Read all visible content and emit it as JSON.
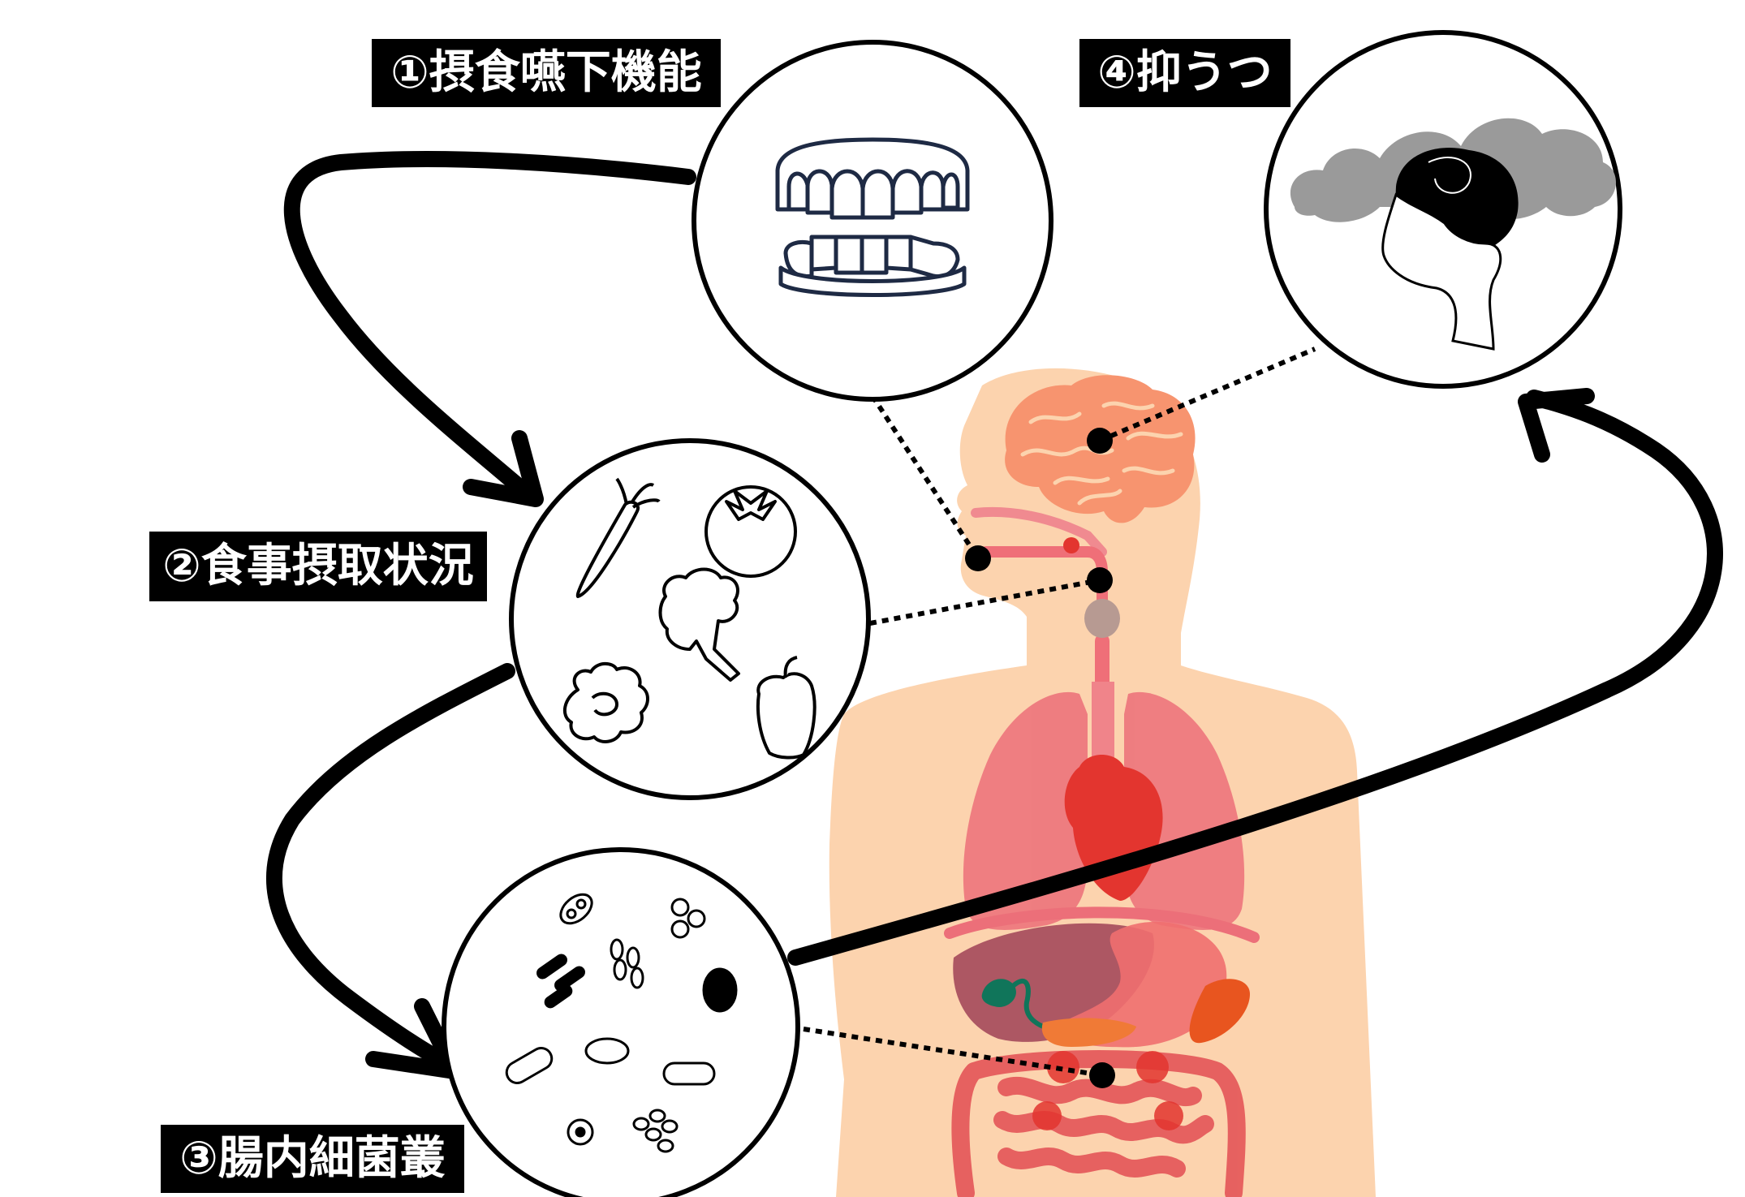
{
  "labels": {
    "swallowing": "①摂食嚥下機能",
    "diet": "②食事摂取状況",
    "gut": "③腸内細菌叢",
    "depression": "④抑うつ"
  },
  "colors": {
    "skin": "#fcd3ae",
    "brain": "#f7946f",
    "organ_pink": "#ec6f79",
    "organ_red": "#e3352f",
    "liver": "#a9505f",
    "gallbladder": "#10755a",
    "pancreas": "#f07a36",
    "intestine": "#e45558",
    "ink": "#000000"
  },
  "icons": {
    "swallowing_circle": "dentures-icon",
    "diet_circle": "vegetables-icon",
    "gut_circle": "bacteria-icon",
    "depression_circle": "depressed-head-icon"
  }
}
